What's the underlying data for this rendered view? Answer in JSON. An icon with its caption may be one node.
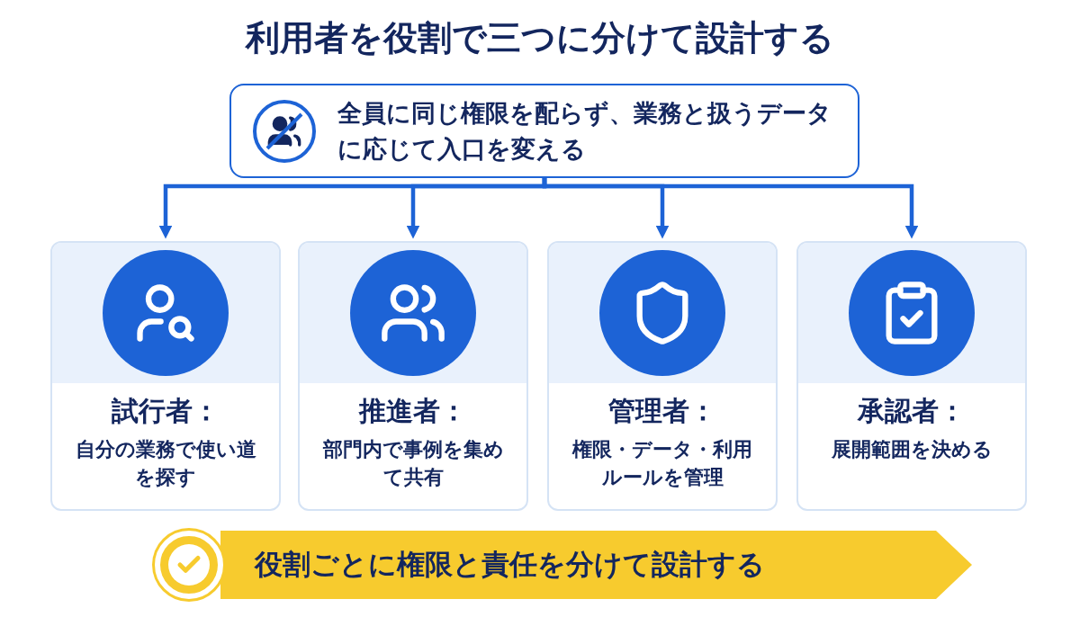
{
  "diagram": {
    "title": "利用者を役割で三つに分けて設計する",
    "nodes": [
      {
        "text": [
          "全員に同じ権限を配らず、業務と扱うデータに応じて入口を変える"
        ]
      },
      {
        "text": [
          "試行者：",
          "自分の業務で使い道を探す"
        ]
      },
      {
        "text": [
          "推進者：",
          "部門内で事例を集めて共有"
        ]
      },
      {
        "text": [
          "管理者：",
          "権限・データ・利用ルールを管理"
        ]
      },
      {
        "text": [
          "承認者：",
          "展開範囲を決める"
        ]
      },
      {
        "text": [
          "役割ごとに権限と責任を分けて設計する"
        ]
      }
    ],
    "edges": [
      {
        "from": 0,
        "to": 1,
        "arrow": "to"
      },
      {
        "from": 0,
        "to": 2,
        "arrow": "to"
      },
      {
        "from": 0,
        "to": 3,
        "arrow": "to"
      },
      {
        "from": 0,
        "to": 4,
        "arrow": "to"
      }
    ]
  }
}
